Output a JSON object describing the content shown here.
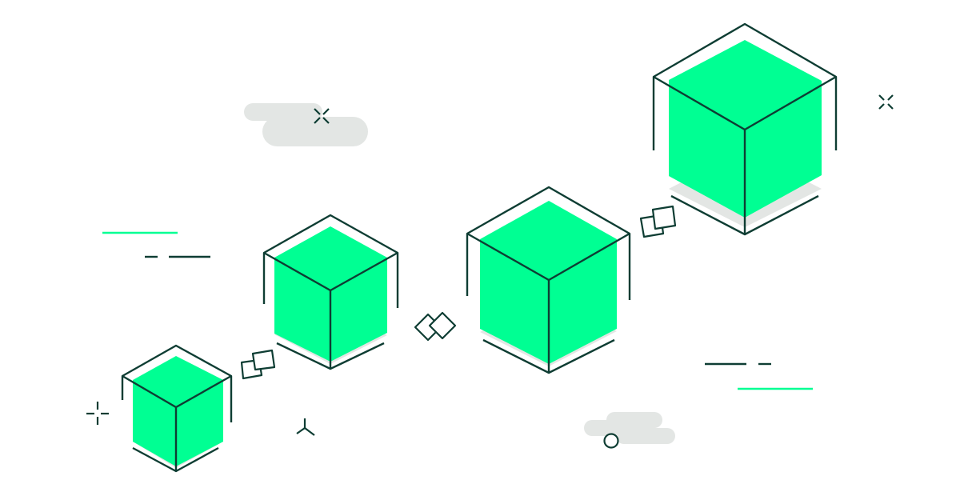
{
  "illustration": {
    "subject": "blockchain-blocks",
    "block_count": 4,
    "link_count": 3
  },
  "colors": {
    "background": "#ffffff",
    "block_fill": "#00ff93",
    "outline": "#0e3d33",
    "shadow": "#e3e6e4",
    "cloud": "#e3e6e4",
    "accent_line": "#00ff93"
  },
  "icons": [
    "cube-icon",
    "chain-link-icon",
    "cloud-shape",
    "sparkle-icon",
    "cross-icon",
    "circle-icon",
    "triad-icon"
  ]
}
